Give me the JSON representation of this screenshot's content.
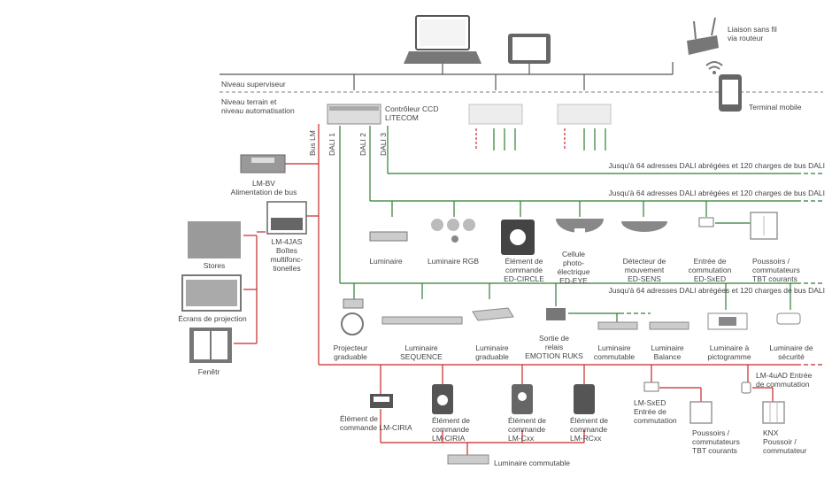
{
  "levels": {
    "supervisor": "Niveau superviseur",
    "field": "Niveau terrain et\nniveau automatisation"
  },
  "top": {
    "wireless": "Liaison sans fil\nvia routeur",
    "mobile": "Terminal mobile"
  },
  "controller": {
    "label": "Contrôleur CCD\nLITECOM",
    "dali1": "DALI 1",
    "dali2": "DALI 2",
    "dali3": "DALI 3",
    "bus_lm": "Bus LM"
  },
  "dali_note": "Jusqu'à 64 adresses DALI abrégées et 120 charges de bus DALI",
  "left": {
    "lmbv": "LM-BV\nAlimentation de bus",
    "lm4jas": "LM-4JAS\nBoîtes\nmultifonc-\ntionelles",
    "stores": "Stores",
    "ecrans": "Écrans de projection",
    "fenetre": "Fenêtr"
  },
  "dali2_devices": [
    "Luminaire",
    "Luminaire RGB",
    "Élément de\ncommande\nED-CIRCLE",
    "Cellule\nphoto-\nélectrique\nED-EYE",
    "Détecteur de\nmouvement\nED-SENS",
    "Entrée de\ncommutation\nED-SxED",
    "Poussoirs /\ncommutateurs\nTBT courants"
  ],
  "dali1_devices": [
    "Projecteur\ngraduable",
    "Luminaire\nSEQUENCE",
    "Luminaire\ngraduable",
    "Sortie de\nrelais\nEMOTION RUKS",
    "Luminaire\ncommutable",
    "Luminaire\nBalance",
    "Luminaire à\npictogramme",
    "Luminaire de\nsécurité"
  ],
  "lm4uad": "LM-4uAD Entrée\nde commutation",
  "bus_devices": [
    "Élément de\ncommande LM-CIRIA",
    "Élément de\ncommande\nLM-CIRIA",
    "Élément de\ncommande\nLM-Cxx",
    "Élément de\ncommande\nLM-RCxx",
    "LM-SxED\nEntrée de\ncommutation",
    "Poussoirs /\ncommutateurs\nTBT courants",
    "KNX\nPoussoir /\ncommutateur"
  ],
  "bottom": "Luminaire commutable",
  "colors": {
    "bus_red": "#c62828",
    "dali_green": "#2e7d32",
    "line_gray": "#555555",
    "device_gray": "#9a9a9a"
  }
}
